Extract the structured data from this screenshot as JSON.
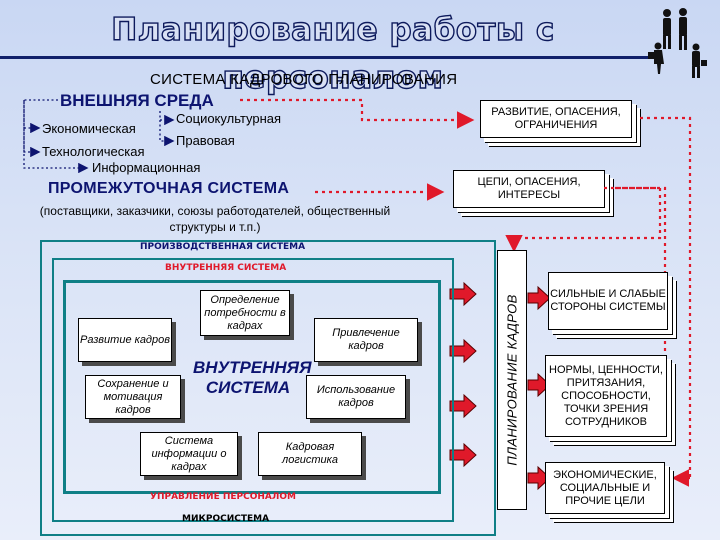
{
  "title": "Планирование работы с персоналом",
  "system_title": "СИСТЕМА КАДРОВОГО ПЛАНИРОВАНИЯ",
  "external": {
    "label": "ВНЕШНЯЯ СРЕДА",
    "items": [
      "Экономическая",
      "Социокультурная",
      "Правовая",
      "Технологическая",
      "Информационная"
    ]
  },
  "intermediate": {
    "label": "ПРОМЕЖУТОЧНАЯ СИСТЕМА",
    "sub": "(поставщики, заказчики, союзы работодателей, общественный структуры и т.п.)"
  },
  "top_cards": [
    "РАЗВИТИЕ, ОПАСЕНИЯ, ОГРАНИЧЕНИЯ",
    "ЦЕПИ, ОПАСЕНИЯ, ИНТЕРЕСЫ"
  ],
  "production_system": "ПРОИЗВОДСТВЕННАЯ СИСТЕМА",
  "internal_system": "ВНУТРЕННЯЯ СИСТЕМА",
  "core": "ВНУТРЕННЯЯ СИСТЕМА",
  "functions": {
    "needs": "Определение потребности в кадрах",
    "development": "Развитие кадров",
    "attraction": "Привлечение кадров",
    "retention": "Сохранение и мотивация кадров",
    "usage": "Использование кадров",
    "info": "Система информации о кадрах",
    "logistics": "Кадровая логистика"
  },
  "management": "УПРАВЛЕНИЕ ПЕРСОНАЛОМ",
  "micro": "МИКРОСИСТЕМА",
  "planning": "ПЛАНИРОВАНИЕ КАДРОВ",
  "right_cards": [
    "СИЛЬНЫЕ И СЛАБЫЕ СТОРОНЫ СИСТЕМЫ",
    "НОРМЫ, ЦЕННОСТИ, ПРИТЯЗАНИЯ, СПОСОБНОСТИ, ТОЧКИ ЗРЕНИЯ СОТРУДНИКОВ",
    "ЭКОНОМИЧЕСКИЕ, СОЦИАЛЬНЫЕ И ПРОЧИЕ ЦЕЛИ"
  ]
}
